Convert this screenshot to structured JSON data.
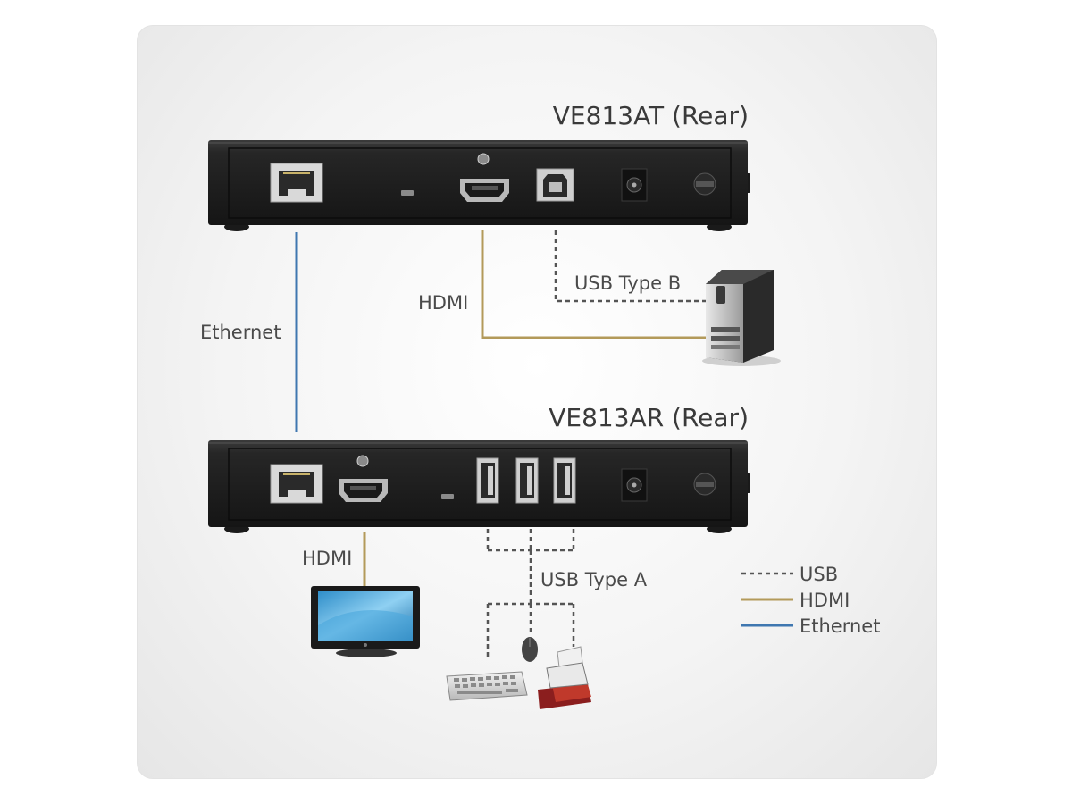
{
  "devices": {
    "transmitter_title": "VE813AT (Rear)",
    "receiver_title": "VE813AR (Rear)"
  },
  "connections": {
    "ethernet": "Ethernet",
    "hdmi_top": "HDMI",
    "usb_type_b": "USB Type B",
    "hdmi_bottom": "HDMI",
    "usb_type_a": "USB Type A"
  },
  "legend": [
    {
      "label": "USB",
      "style": "dashed",
      "color": "#555555"
    },
    {
      "label": "HDMI",
      "style": "solid",
      "color": "#b39a5a"
    },
    {
      "label": "Ethernet",
      "style": "solid",
      "color": "#3f77b0"
    }
  ],
  "colors": {
    "ethernet": "#3f77b0",
    "hdmi": "#b39a5a",
    "usb": "#555555",
    "device_body": "#232323"
  }
}
